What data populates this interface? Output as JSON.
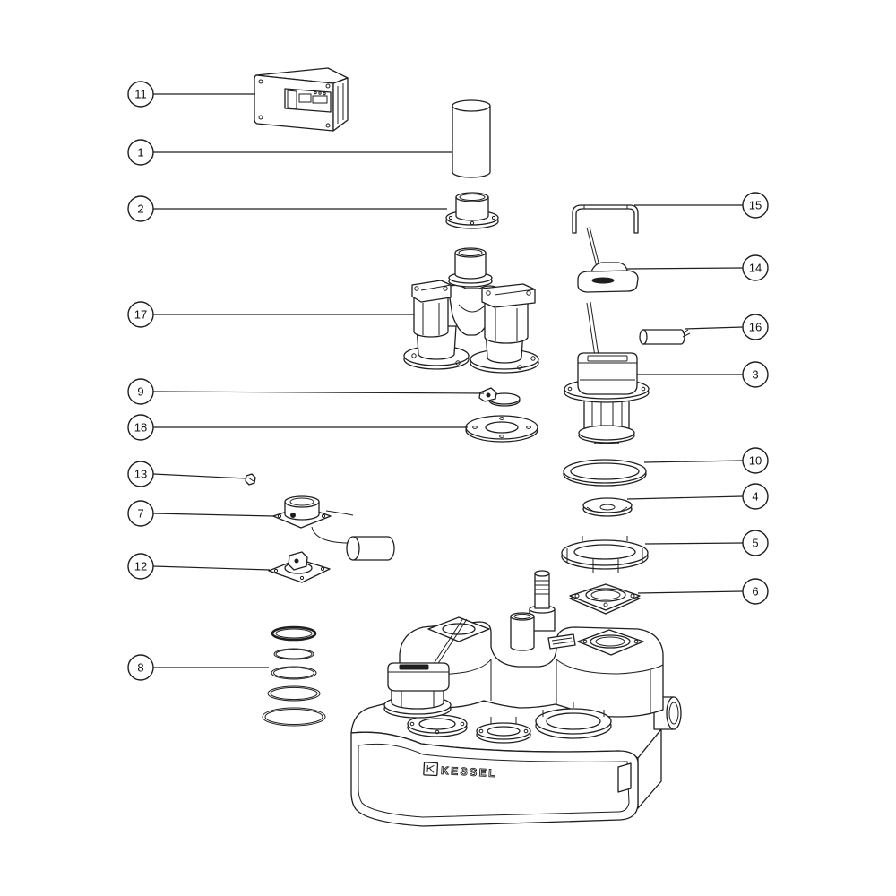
{
  "diagram": {
    "brand_logo": "KESSEL",
    "callouts": [
      "11",
      "1",
      "2",
      "17",
      "9",
      "18",
      "13",
      "7",
      "12",
      "8",
      "15",
      "14",
      "16",
      "3",
      "10",
      "4",
      "5",
      "6"
    ]
  },
  "colors": {
    "line": "#1e1e1e",
    "background": "#ffffff"
  }
}
